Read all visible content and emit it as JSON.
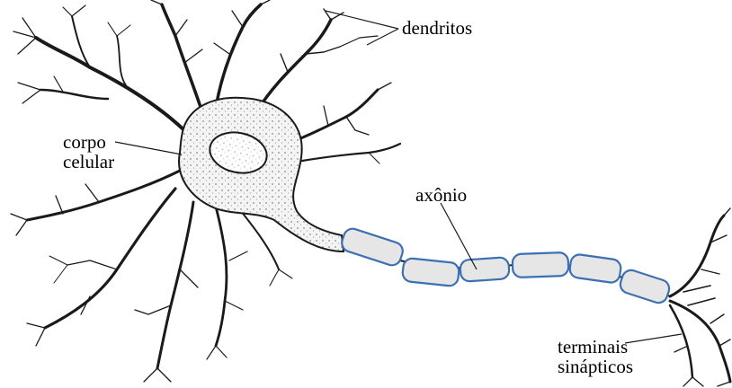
{
  "labels": {
    "dendrites": "dendritos",
    "cell_body_line1": "corpo",
    "cell_body_line2": "celular",
    "axon": "axônio",
    "terminals_line1": "terminais",
    "terminals_line2": "sinápticos"
  },
  "colors": {
    "ink": "#1a1a1a",
    "soma_fill": "#f4f4f4",
    "myelin_fill": "#e6e6e6",
    "myelin_stroke": "#3d6fb3"
  }
}
